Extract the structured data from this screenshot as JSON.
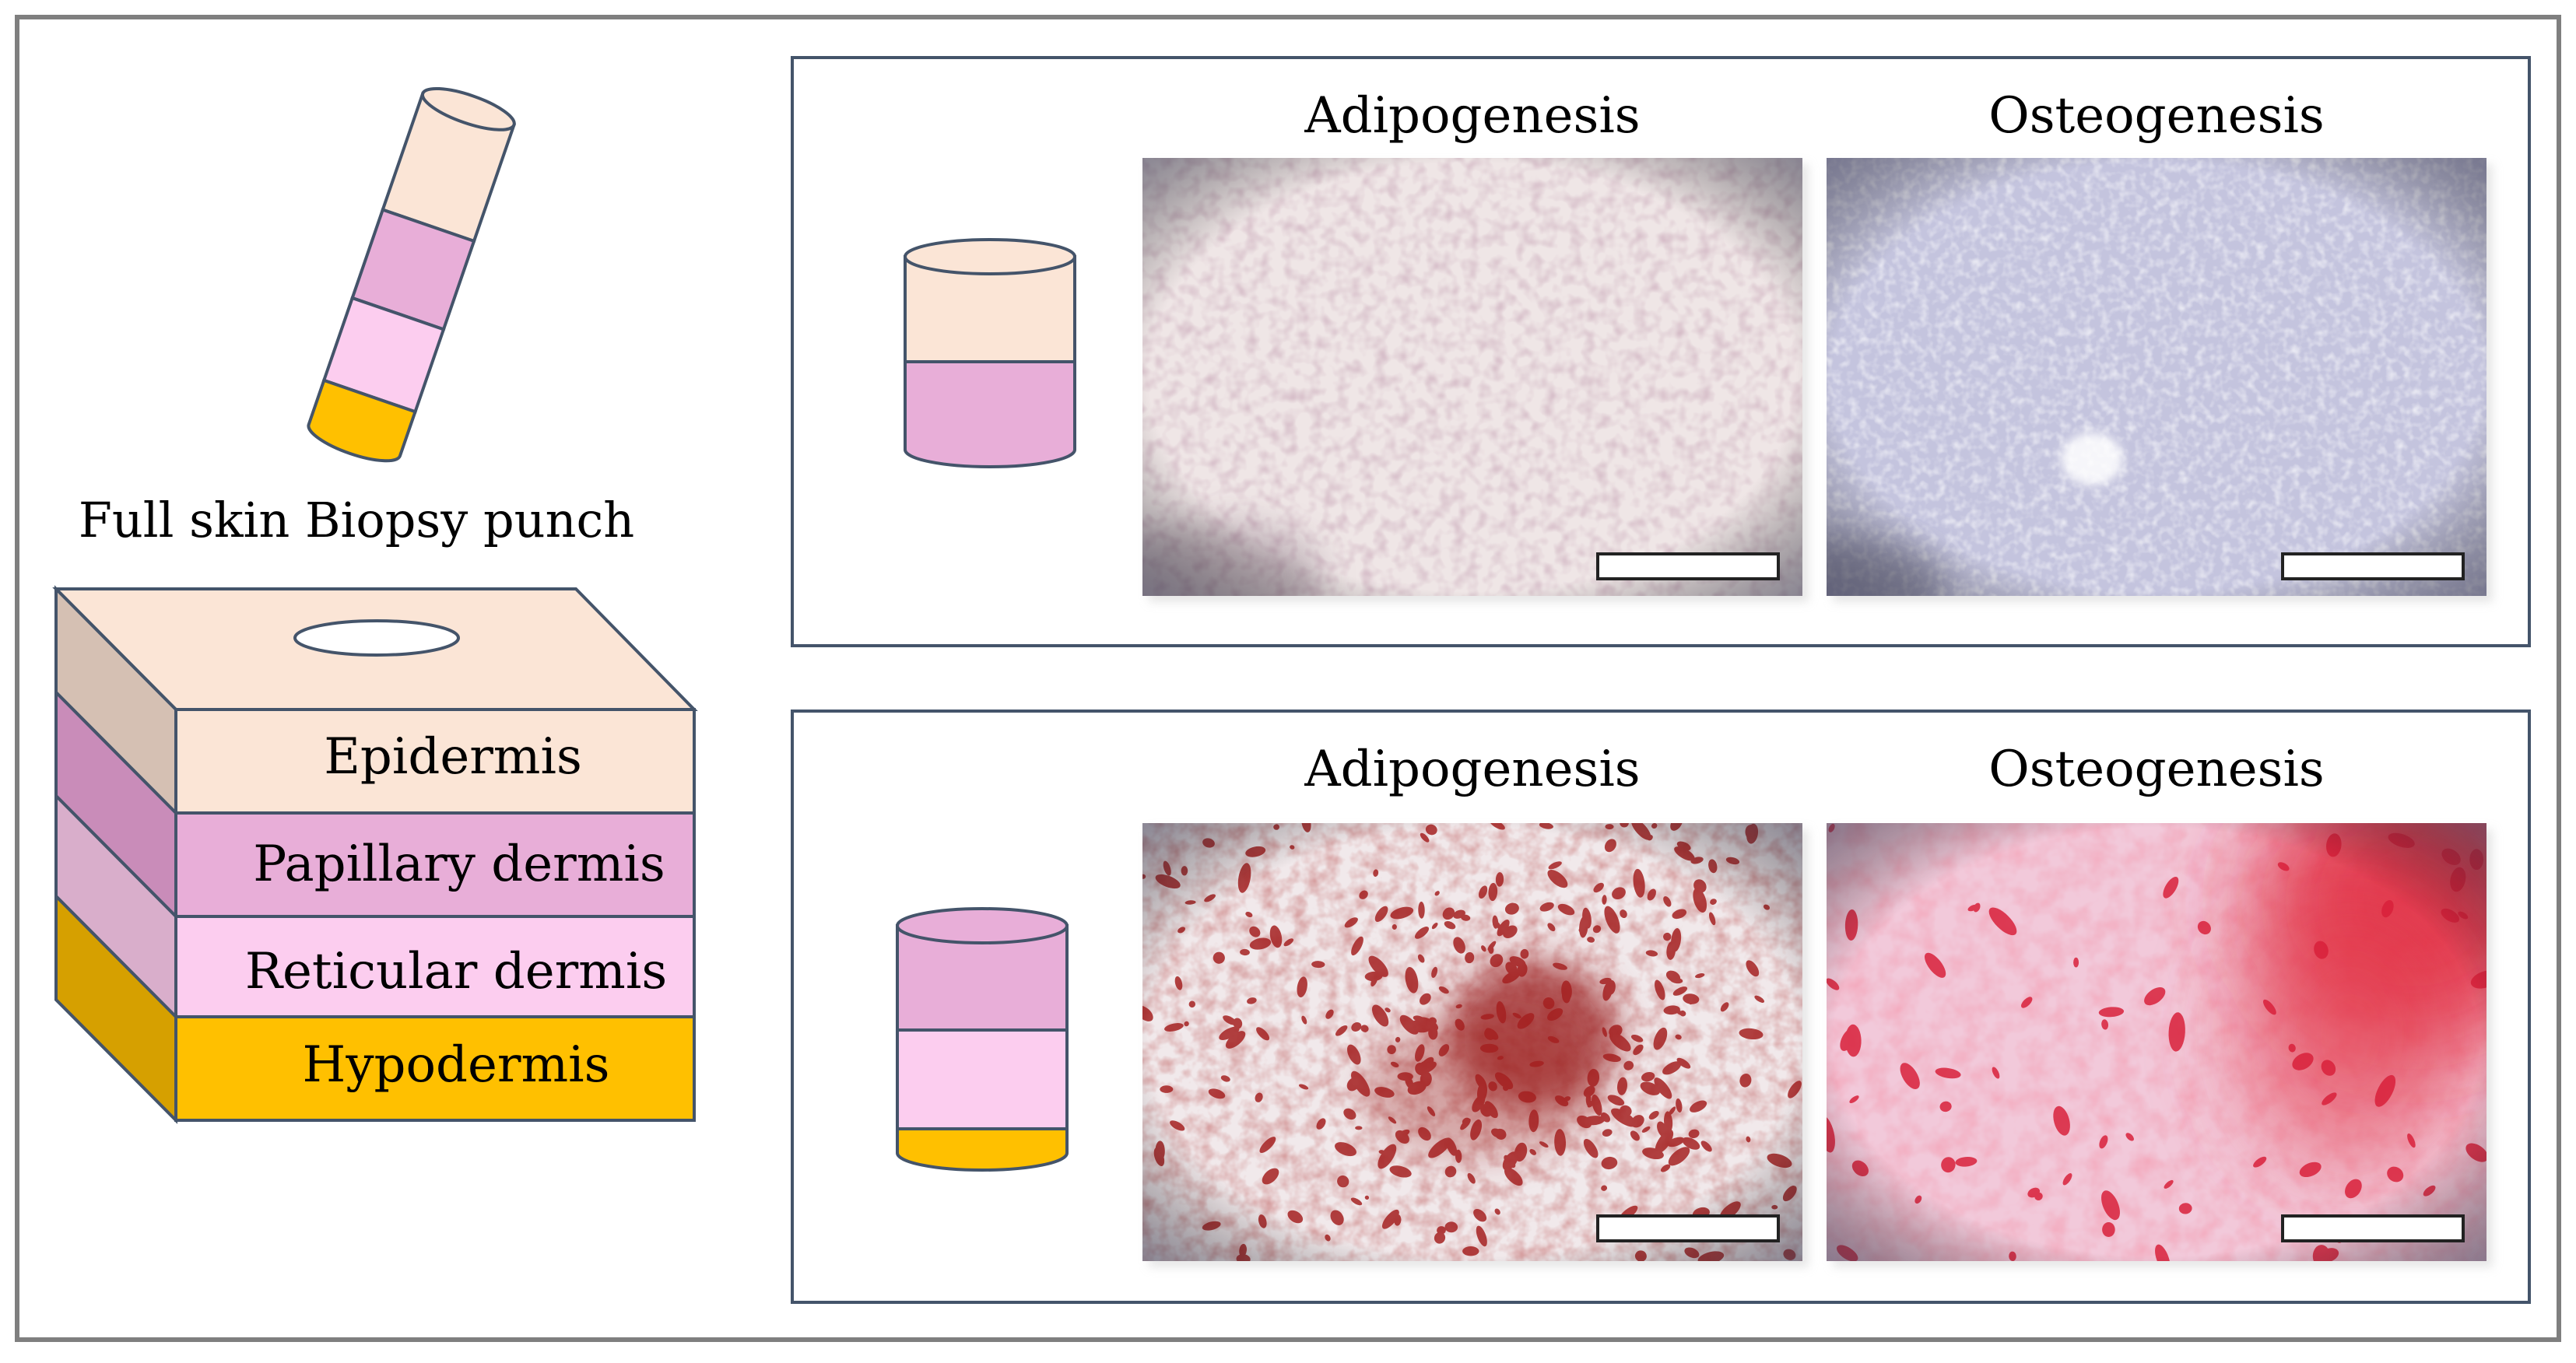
{
  "colors": {
    "epidermis": "#FBE5D6",
    "papillary": "#E8AED8",
    "reticular": "#FCCDEF",
    "hypodermis": "#FFC000",
    "outline": "#44546A"
  },
  "left": {
    "title": "Full skin Biopsy punch",
    "layers": [
      "Epidermis",
      "Papillary dermis",
      "Reticular dermis",
      "Hypodermis"
    ]
  },
  "panels": [
    {
      "images": [
        {
          "label": "Adipogenesis"
        },
        {
          "label": "Osteogenesis"
        }
      ]
    },
    {
      "images": [
        {
          "label": "Adipogenesis"
        },
        {
          "label": "Osteogenesis"
        }
      ]
    }
  ]
}
